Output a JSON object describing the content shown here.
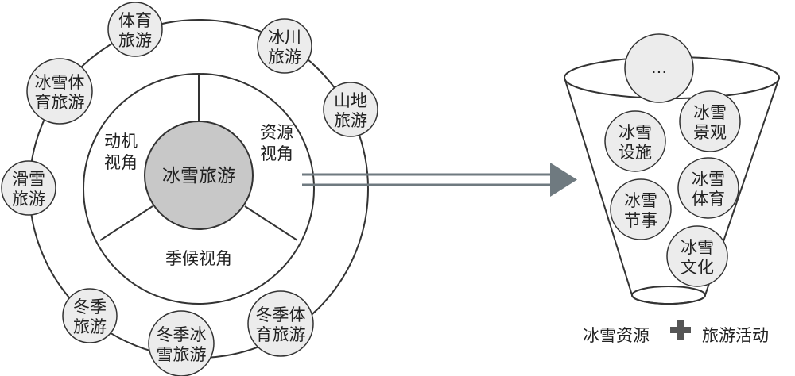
{
  "colors": {
    "line": "#333333",
    "node_fill": "#ececec",
    "center_fill": "#c8c8c8",
    "arrow": "#6f7a80",
    "plus": "#555555"
  },
  "center": {
    "label": "冰雪旅游"
  },
  "perspectives": [
    {
      "line1": "动机",
      "line2": "视角"
    },
    {
      "line1": "资源",
      "line2": "视角"
    },
    {
      "line1": "季候视角",
      "line2": ""
    }
  ],
  "outer_nodes": [
    {
      "line1": "体育",
      "line2": "旅游"
    },
    {
      "line1": "冰川",
      "line2": "旅游"
    },
    {
      "line1": "山地",
      "line2": "旅游"
    },
    {
      "line1": "冬季体",
      "line2": "育旅游"
    },
    {
      "line1": "冬季冰",
      "line2": "雪旅游"
    },
    {
      "line1": "冬季",
      "line2": "旅游"
    },
    {
      "line1": "滑雪",
      "line2": "旅游"
    },
    {
      "line1": "冰雪体",
      "line2": "育旅游"
    }
  ],
  "cup_nodes": [
    {
      "line1": "...",
      "line2": ""
    },
    {
      "line1": "冰雪",
      "line2": "设施"
    },
    {
      "line1": "冰雪",
      "line2": "景观"
    },
    {
      "line1": "冰雪",
      "line2": "体育"
    },
    {
      "line1": "冰雪",
      "line2": "节事"
    },
    {
      "line1": "冰雪",
      "line2": "文化"
    }
  ],
  "footer": {
    "left": "冰雪资源",
    "plus_icon": "plus-icon",
    "right": "旅游活动"
  }
}
